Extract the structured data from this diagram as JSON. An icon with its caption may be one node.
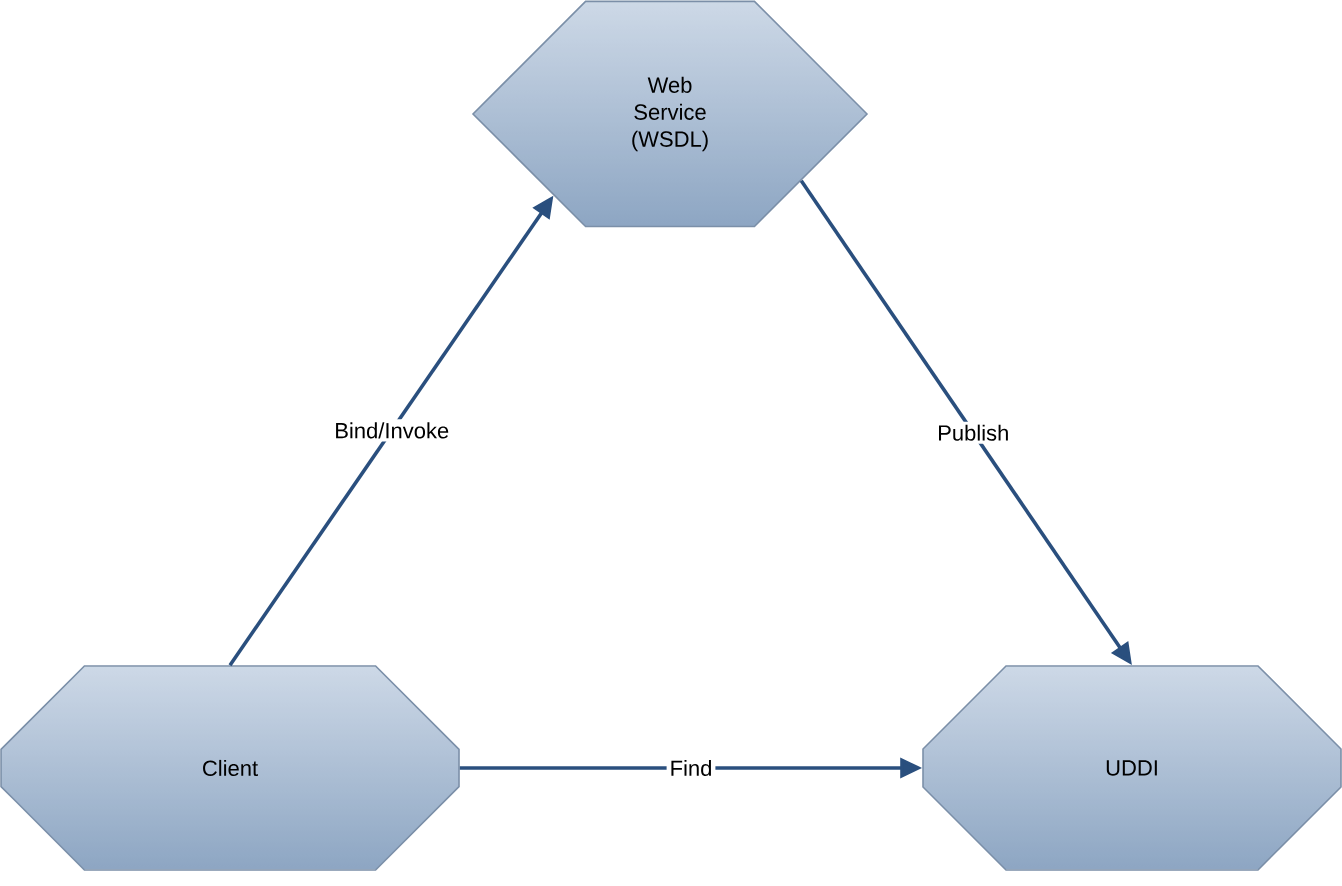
{
  "diagram": {
    "nodes": [
      {
        "text": [
          "Web Service (WSDL)"
        ]
      },
      {
        "text": [
          "Client"
        ]
      },
      {
        "text": [
          "UDDI"
        ]
      }
    ],
    "edges": [
      {
        "from": 1,
        "to": 0,
        "arrow": "to",
        "label": "Bind/Invoke"
      },
      {
        "from": 0,
        "to": 2,
        "arrow": "to",
        "label": "Publish"
      },
      {
        "from": 1,
        "to": 2,
        "arrow": "to",
        "label": "Find"
      }
    ]
  }
}
